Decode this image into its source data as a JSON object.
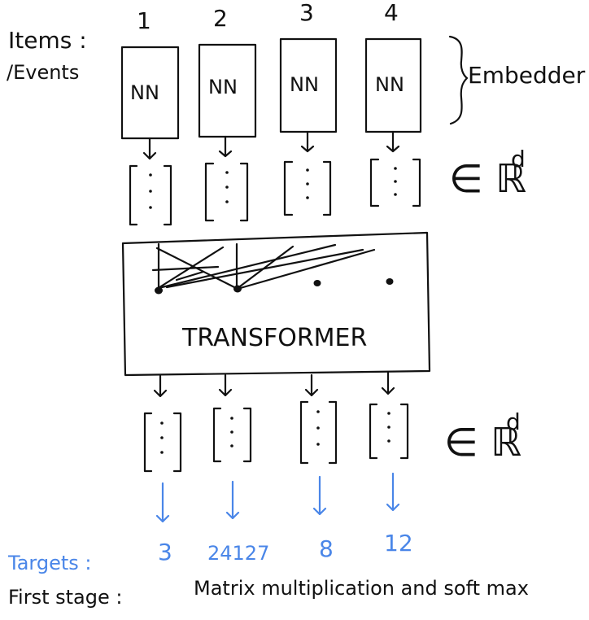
{
  "labels": {
    "items_line1": "Items :",
    "items_line2": "/Events",
    "column_1": "1",
    "column_2": "2",
    "column_3": "3",
    "column_4": "4",
    "nn": "NN",
    "embedder": "Embedder",
    "rd_symbol": "∈ ℝ",
    "rd_superscript": "d",
    "transformer": "TRANSFORMER",
    "targets": "Targets :",
    "target_1": "3",
    "target_2": "24127",
    "target_3": "8",
    "target_4": "12",
    "first_stage": "First stage :",
    "first_stage_desc": "Matrix multiplication and soft max"
  },
  "colors": {
    "ink": "#111111",
    "blue": "#4a86e8"
  }
}
